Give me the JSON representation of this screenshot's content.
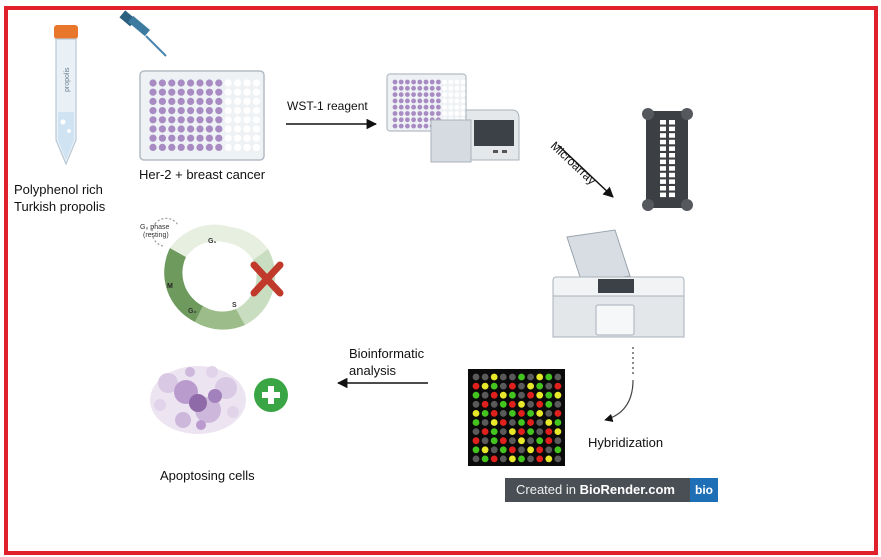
{
  "labels": {
    "propolis": [
      "Polyphenol rich",
      "Turkish propolis"
    ],
    "tube_text": "propolis",
    "cells": "Her-2 + breast cancer",
    "reagent": "WST-1 reagent",
    "microarray": "Microarray",
    "hybridization": "Hybridization",
    "bioinformatic": [
      "Bioinformatic",
      "analysis"
    ],
    "apoptosing": "Apoptosing cells"
  },
  "cell_cycle": {
    "phases": [
      "G₁",
      "S",
      "G₂",
      "M"
    ],
    "g0": [
      "G₀ phase",
      "(resting)"
    ]
  },
  "watermark": {
    "prefix": "Created in ",
    "brand": "BioRender.com",
    "logo": "bio"
  },
  "colors": {
    "frame": "#e0202a",
    "cross": "#c0392b",
    "plus": "#3aa544",
    "well": "#a98bc4",
    "array_red": "#e0201c",
    "array_green": "#43c41e",
    "array_yellow": "#e7e82a",
    "array_gray": "#5a5a5a"
  },
  "icons": [
    "pipette-icon",
    "falcon-tube-icon",
    "well-plate-icon",
    "plate-reader-icon",
    "microarray-chip-icon",
    "hybridization-station-icon",
    "heatmap-array-icon",
    "cell-cycle-icon",
    "apoptosis-cells-icon",
    "plus-icon",
    "cross-icon"
  ]
}
